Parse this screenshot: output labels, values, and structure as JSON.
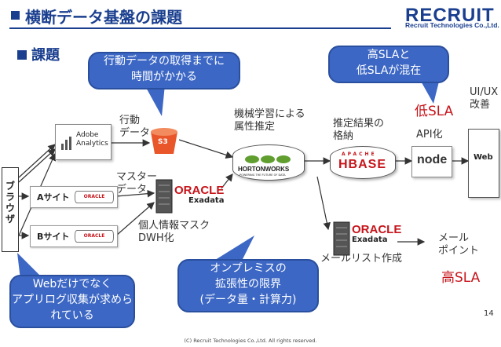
{
  "title": "横断データ基盤の課題",
  "logo": {
    "text": "RECRUIT",
    "sub": "Recruit Technologies Co.,Ltd."
  },
  "section": "課題",
  "callouts": {
    "top_left": "行動データの取得までに\n時間がかかる",
    "top_right": "高SLAと\n低SLAが混在",
    "bottom_left": "Webだけでなく\nアプリログ収集が求めら\nれている",
    "bottom_center": "オンプレミスの\n拡張性の限界\n(データ量・計算力)"
  },
  "labels": {
    "behavior_data": "行動\nデータ",
    "master_data": "マスター\nデータ",
    "ml_attr": "機械学習による\n属性推定",
    "estimate_store": "推定結果の\n格納",
    "api": "API化",
    "uiux": "UI/UX\n改善",
    "low_sla": "低SLA",
    "high_sla": "高SLA",
    "pii_dwh": "個人情報マスク\nDWH化",
    "mail_list": "メールリスト作成",
    "mail_point": "メール\nポイント"
  },
  "components": {
    "browser": "ブラウザ",
    "site_a": "Aサイト",
    "site_b": "Bサイト",
    "adobe": "Adobe\nAnalytics",
    "s3": "S3",
    "oracle": "ORACLE",
    "exadata": "Exadata",
    "hortonworks": "HORTONWORKS",
    "hortonworks_tag": "POWERING THE FUTURE OF DATA",
    "hbase_top": "APACHE",
    "hbase": "HBASE",
    "node": "node",
    "web": "Web"
  },
  "footer": "(C) Recruit Technologies Co.,Ltd. All rights reserved.",
  "page_number": "14",
  "colors": {
    "accent": "#1a3f8f",
    "callout": "#3c67c4",
    "red": "#c6141a"
  }
}
